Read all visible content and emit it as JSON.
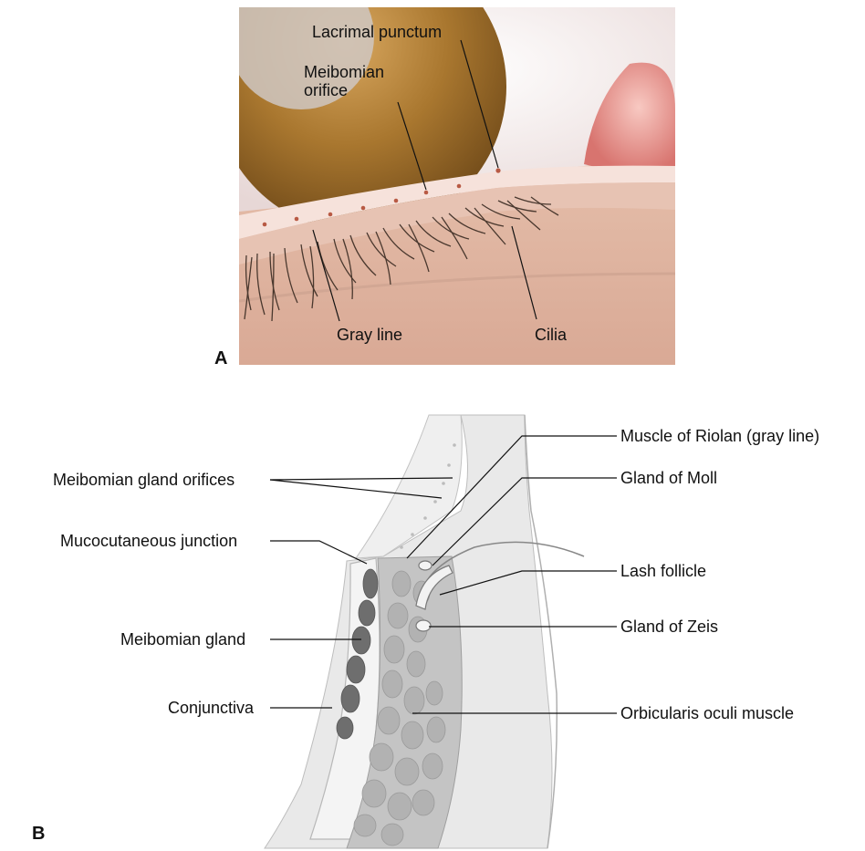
{
  "panel_a": {
    "letter": "A",
    "labels": {
      "lacrimal_punctum": "Lacrimal punctum",
      "meibomian_orifice": "Meibomian\norifice",
      "gray_line": "Gray line",
      "cilia": "Cilia"
    }
  },
  "panel_b": {
    "letter": "B",
    "labels": {
      "meibomian_gland_orifices": "Meibomian gland orifices",
      "mucocutaneous_junction": "Mucocutaneous junction",
      "meibomian_gland": "Meibomian gland",
      "conjunctiva": "Conjunctiva",
      "muscle_of_riolan": "Muscle of Riolan (gray line)",
      "gland_of_moll": "Gland of Moll",
      "lash_follicle": "Lash follicle",
      "gland_of_zeis": "Gland of Zeis",
      "orbicularis_oculi_muscle": "Orbicularis oculi muscle"
    }
  },
  "colors": {
    "skin": "#e8c2b0",
    "iris": "#9a6a2a",
    "sclera": "#f3ecea",
    "caruncle": "#e58b86",
    "tissue_gray": "#d9d9d9",
    "gland_dark": "#6e6e6e"
  }
}
